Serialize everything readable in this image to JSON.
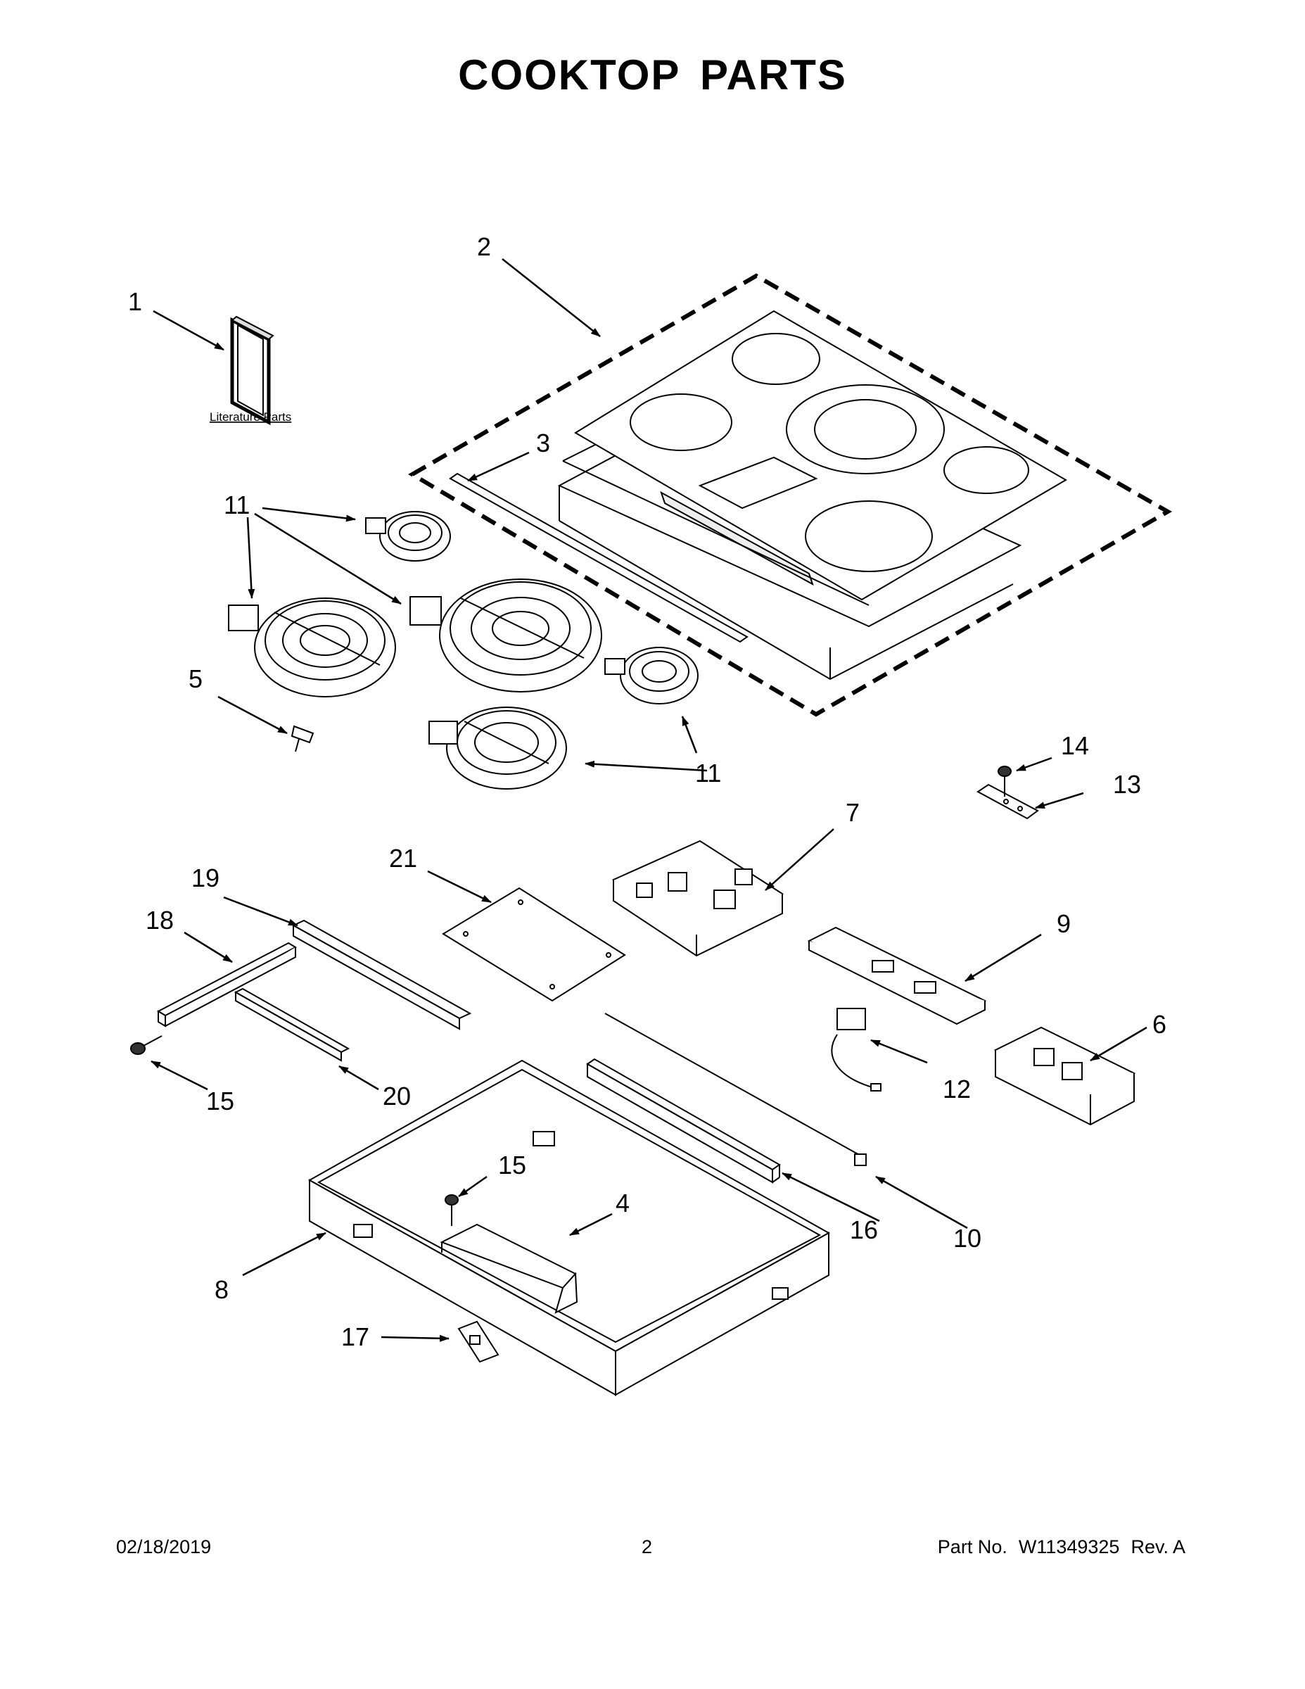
{
  "page": {
    "title": "COOKTOP PARTS"
  },
  "literature": {
    "label": "Literature Parts"
  },
  "callouts": {
    "c1": "1",
    "c2": "2",
    "c3": "3",
    "c4": "4",
    "c5": "5",
    "c6": "6",
    "c7": "7",
    "c8": "8",
    "c9": "9",
    "c10": "10",
    "c11a": "11",
    "c11b": "11",
    "c12": "12",
    "c13": "13",
    "c14": "14",
    "c15a": "15",
    "c15b": "15",
    "c16": "16",
    "c17": "17",
    "c18": "18",
    "c19": "19",
    "c20": "20",
    "c21": "21"
  },
  "footer": {
    "date": "02/18/2019",
    "page_number": "2",
    "part_label": "Part No.",
    "part_number": "W11349325",
    "revision": "Rev. A"
  }
}
